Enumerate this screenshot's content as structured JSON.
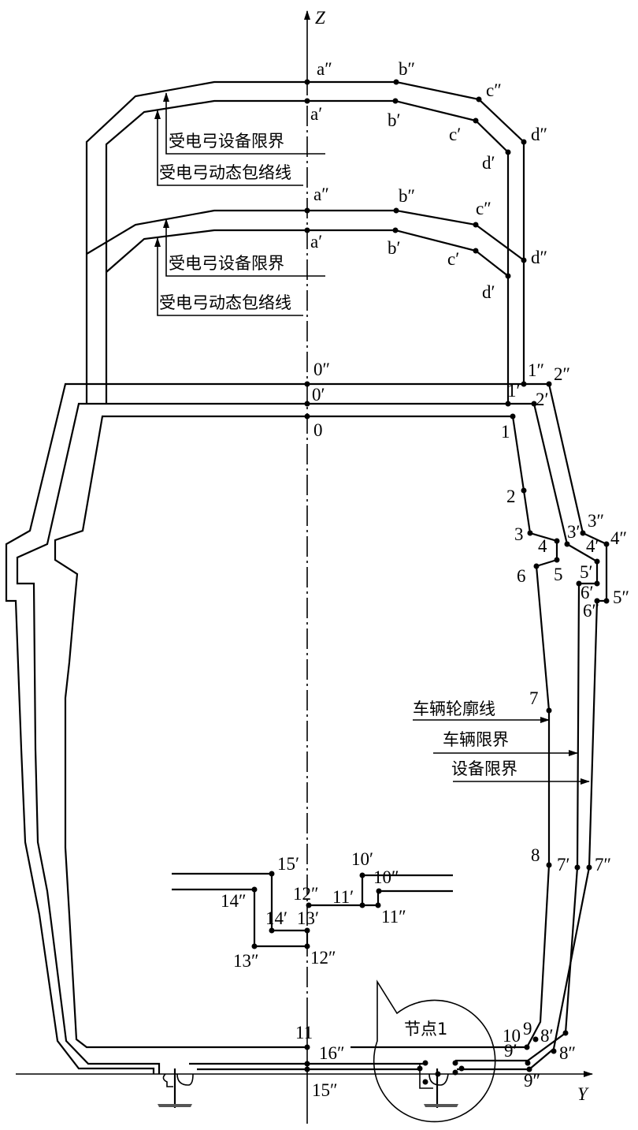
{
  "axes": {
    "z": "Z",
    "y": "Y"
  },
  "pantograph": {
    "equipment_gauge": "受电弓设备限界",
    "dynamic_envelope": "受电弓动态包络线",
    "points_outer": [
      "a″",
      "b″",
      "c″",
      "d″"
    ],
    "points_inner": [
      "a′",
      "b′",
      "c′",
      "d′"
    ]
  },
  "legend": {
    "vehicle_profile": "车辆轮廓线",
    "vehicle_gauge": "车辆限界",
    "equipment_gauge": "设备限界"
  },
  "node_label": "节点1",
  "points": {
    "p0": "0",
    "p0a": "0′",
    "p0b": "0″",
    "p1": "1",
    "p1a": "1′",
    "p1b": "1″",
    "p2": "2",
    "p2a": "2′",
    "p2b": "2″",
    "p3": "3",
    "p3a": "3′",
    "p3b": "3″",
    "p4": "4",
    "p4a": "4′",
    "p4b": "4″",
    "p5": "5",
    "p5a": "5′",
    "p5b": "5″",
    "p6": "6",
    "p6a": "6′",
    "p6b": "6″",
    "p7": "7",
    "p7a": "7′",
    "p7b": "7″",
    "p8": "8",
    "p8a": "8′",
    "p8b": "8″",
    "p9": "9",
    "p9a": "9′",
    "p9b": "9″",
    "p10": "10",
    "p10a": "10′",
    "p10b": "10″",
    "p11": "11",
    "p11a": "11′",
    "p11b": "11″",
    "p12b": "12″",
    "p12b2": "12″",
    "p13a": "13′",
    "p13b": "13″",
    "p14a": "14′",
    "p14b": "14″",
    "p15a": "15′",
    "p15b": "15″",
    "p16b": "16″"
  }
}
